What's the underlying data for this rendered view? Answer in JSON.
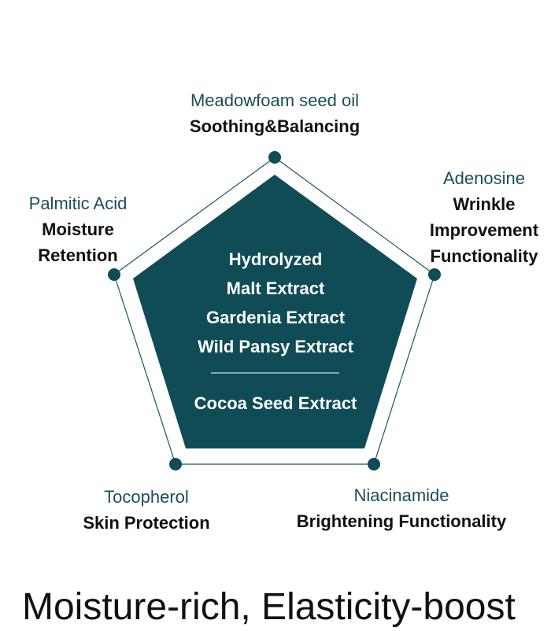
{
  "ingredients": [
    {
      "name": "Meadowfoam seed oil",
      "effect_lines": [
        "Soothing&Balancing"
      ]
    },
    {
      "name": "Adenosine",
      "effect_lines": [
        "Wrinkle",
        "Improvement",
        "Functionality"
      ]
    },
    {
      "name": "Niacinamide",
      "effect_lines": [
        "Brightening Functionality"
      ]
    },
    {
      "name": "Tocopherol",
      "effect_lines": [
        "Skin Protection"
      ]
    },
    {
      "name": "Palmitic Acid",
      "effect_lines": [
        "Moisture",
        "Retention"
      ]
    }
  ],
  "center": {
    "lines": [
      "Hydrolyzed",
      "Malt Extract",
      "Gardenia Extract",
      "Wild Pansy Extract"
    ],
    "bottom": "Cocoa Seed Extract"
  },
  "heading": "Moisture-rich, Elasticity-boost",
  "colors": {
    "accent": "#0f4c56",
    "label": "#1b4e57",
    "text": "#111111"
  }
}
